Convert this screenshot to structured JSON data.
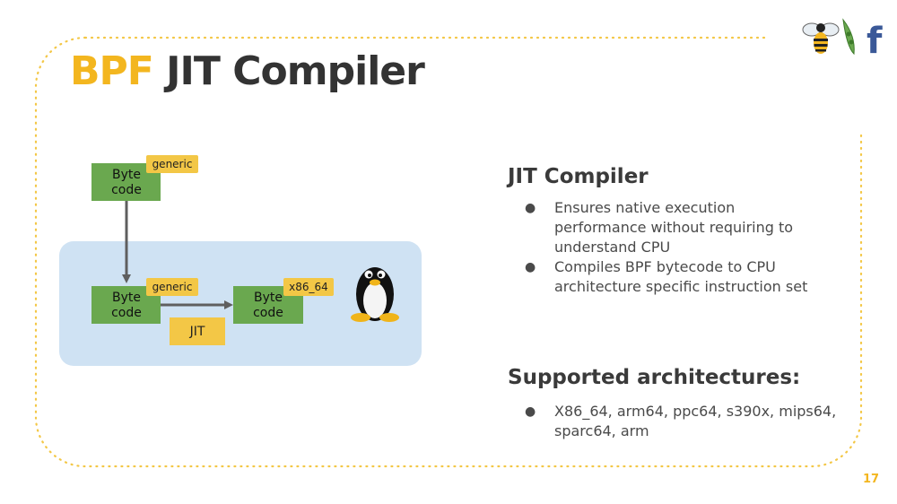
{
  "title": {
    "accent": "BPF",
    "rest": "JIT Compiler"
  },
  "diagram": {
    "top_box": {
      "label_line1": "Byte",
      "label_line2": "code",
      "tag": "generic"
    },
    "mid_box": {
      "label_line1": "Byte",
      "label_line2": "code",
      "tag": "generic"
    },
    "right_box": {
      "label_line1": "Byte",
      "label_line2": "code",
      "tag": "x86_64"
    },
    "jit_label": "JIT"
  },
  "jit_section": {
    "heading": "JIT Compiler",
    "bullets": [
      {
        "lines": [
          "Ensures native execution",
          "performance without requiring to",
          "understand CPU"
        ]
      },
      {
        "lines": [
          "Compiles BPF bytecode to CPU",
          "architecture specific instruction set"
        ]
      }
    ]
  },
  "arch_section": {
    "heading": "Supported architectures:",
    "bullets": [
      {
        "lines": [
          "X86_64, arm64, ppc64, s390x, mips64,",
          "sparc64, arm"
        ]
      }
    ]
  },
  "page_number": "17",
  "colors": {
    "accent": "#f3b61f",
    "box_green": "#6aa84f",
    "panel_blue": "#cfe2f3",
    "tag_yellow": "#f3c746"
  },
  "icons": {
    "logo": "bee-pea-f-logo",
    "mascot": "tux-penguin-icon"
  }
}
